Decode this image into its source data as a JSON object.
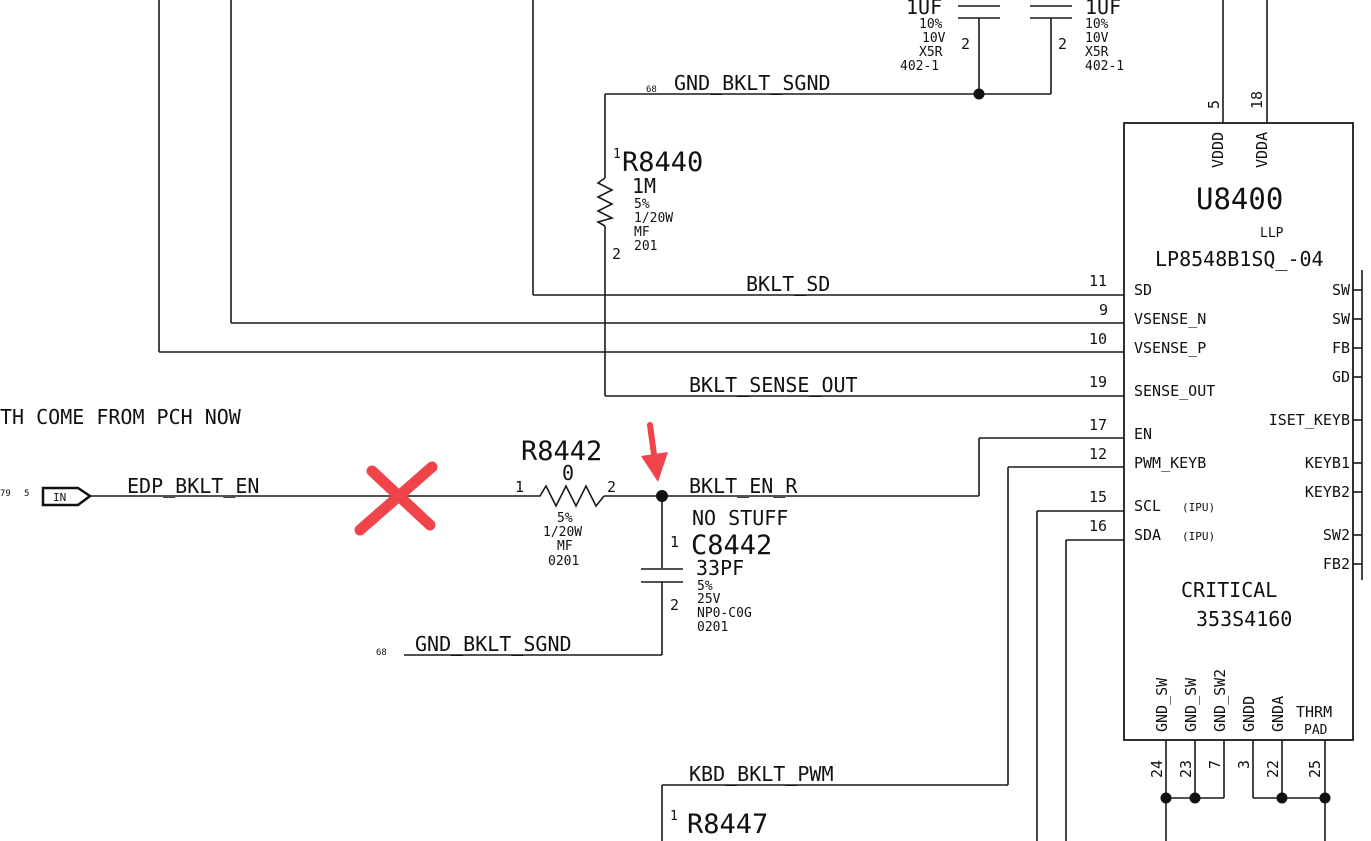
{
  "annotations": {
    "note_text": "TH COME FROM PCH NOW",
    "cross_mark_color": "#f0434a",
    "arrow_color": "#f0434a",
    "cross_mark_meaning": "cross-mark-icon",
    "arrow_meaning": "arrow-down-icon"
  },
  "nets": {
    "gnd_top": "GND_BKLT_SGND",
    "gnd_top_page": "68",
    "bklt_sd": "BKLT_SD",
    "sense_out": "BKLT_SENSE_OUT",
    "edp_en": "EDP_BKLT_EN",
    "edp_page": "79",
    "edp_pin": "5",
    "in_flag": "IN",
    "en_r": "BKLT_EN_R",
    "gnd_bottom": "GND_BKLT_SGND",
    "gnd_bottom_page": "68",
    "kbd_pwm": "KBD_BKLT_PWM"
  },
  "caps_top": {
    "c1": {
      "value": "1UF",
      "tol": "10%",
      "volt": "10V",
      "diel": "X5R",
      "pkg": "402-1",
      "pin2": "2"
    },
    "c2": {
      "value": "1UF",
      "tol": "10%",
      "volt": "10V",
      "diel": "X5R",
      "pkg": "402-1",
      "pin2": "2"
    }
  },
  "r8440": {
    "ref": "R8440",
    "value": "1M",
    "tol": "5%",
    "power": "1/20W",
    "type": "MF",
    "pkg": "201",
    "pin1": "1",
    "pin2": "2"
  },
  "r8442": {
    "ref": "R8442",
    "value": "0",
    "tol": "5%",
    "power": "1/20W",
    "type": "MF",
    "pkg": "0201",
    "pin1": "1",
    "pin2": "2"
  },
  "c8442": {
    "stuff": "NO STUFF",
    "ref": "C8442",
    "value": "33PF",
    "tol": "5%",
    "volt": "25V",
    "diel": "NP0-C0G",
    "pkg": "0201",
    "pin1": "1",
    "pin2": "2"
  },
  "r8447": {
    "ref": "R8447",
    "pin1": "1"
  },
  "u8400": {
    "ref": "U8400",
    "package": "LLP",
    "part": "LP8548B1SQ_-04",
    "critical": "CRITICAL",
    "pn": "353S4160",
    "top_pins": [
      {
        "name": "VDDD",
        "num": "5"
      },
      {
        "name": "VDDA",
        "num": "18"
      }
    ],
    "left_pins": [
      {
        "name": "SD",
        "num": "11"
      },
      {
        "name": "VSENSE_N",
        "num": "9"
      },
      {
        "name": "VSENSE_P",
        "num": "10"
      },
      {
        "name": "SENSE_OUT",
        "num": "19"
      },
      {
        "name": "EN",
        "num": "17"
      },
      {
        "name": "PWM_KEYB",
        "num": "12"
      },
      {
        "name": "SCL",
        "num": "15",
        "note": "(IPU)"
      },
      {
        "name": "SDA",
        "num": "16",
        "note": "(IPU)"
      }
    ],
    "right_pins": [
      "SW",
      "SW",
      "FB",
      "GD",
      "ISET_KEYB",
      "KEYB1",
      "KEYB2",
      "SW2",
      "FB2"
    ],
    "bottom_pins": [
      {
        "name": "GND_SW",
        "num": "24"
      },
      {
        "name": "GND_SW",
        "num": "23"
      },
      {
        "name": "GND_SW2",
        "num": "7"
      },
      {
        "name": "GNDD",
        "num": "3"
      },
      {
        "name": "GNDA",
        "num": "22"
      },
      {
        "name": "THRM",
        "name2": "PAD",
        "num": "25"
      }
    ]
  }
}
